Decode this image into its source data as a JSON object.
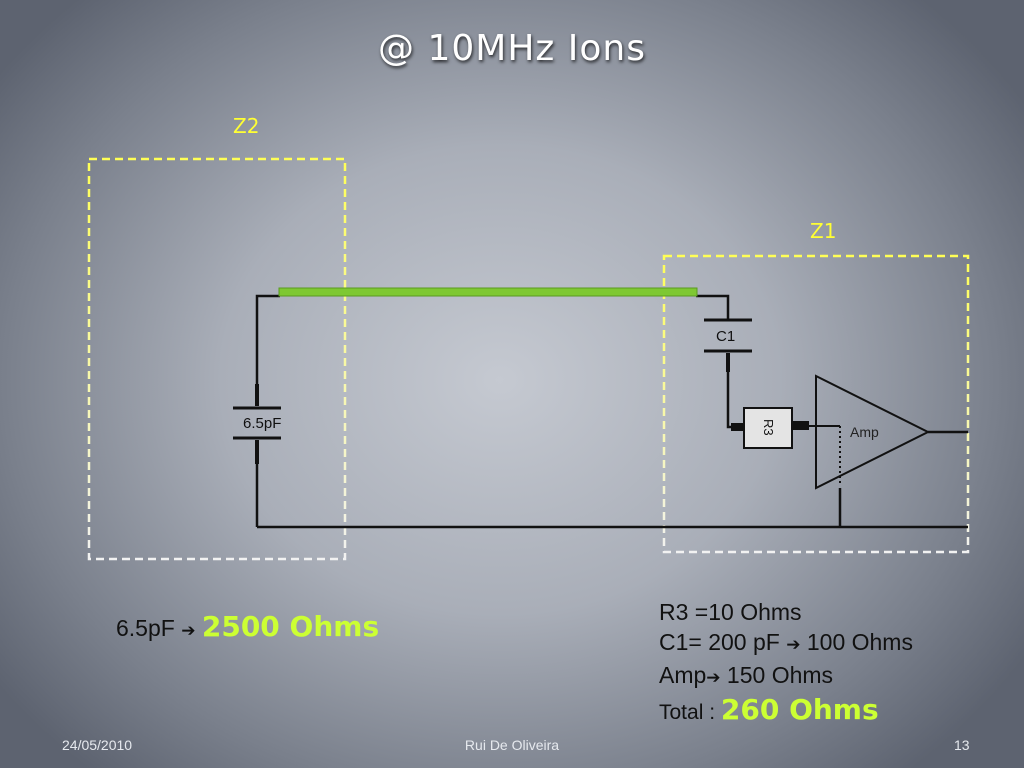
{
  "slide": {
    "title": "@ 10MHz  Ions"
  },
  "colors": {
    "zone_border_yellow": "#ffff55",
    "zone_label_yellow": "#ffff33",
    "cable_green": "#7ec832",
    "highlight_green": "#ccff33",
    "wire": "#111111"
  },
  "diagram": {
    "zone_z2_label": "Z2",
    "zone_z1_label": "Z1",
    "capacitor_z2_label": "6.5pF",
    "capacitor_c1_label": "C1",
    "resistor_label": "R3",
    "amplifier_label": "Amp"
  },
  "z2_calc": {
    "prefix": "6.5pF ",
    "arrow": "➔",
    "value": "2500 Ohms"
  },
  "z1_calc": {
    "line1": "R3 =10 Ohms",
    "line2_a": "C1= 200 pF ",
    "line2_arrow": "➔",
    "line2_b": " 100 Ohms",
    "line3_a": "Amp",
    "line3_arrow": "➔",
    "line3_b": " 150 Ohms",
    "total_label": "Total : ",
    "total_value": "260 Ohms"
  },
  "footer": {
    "date": "24/05/2010",
    "author": "Rui De Oliveira",
    "page": "13"
  }
}
